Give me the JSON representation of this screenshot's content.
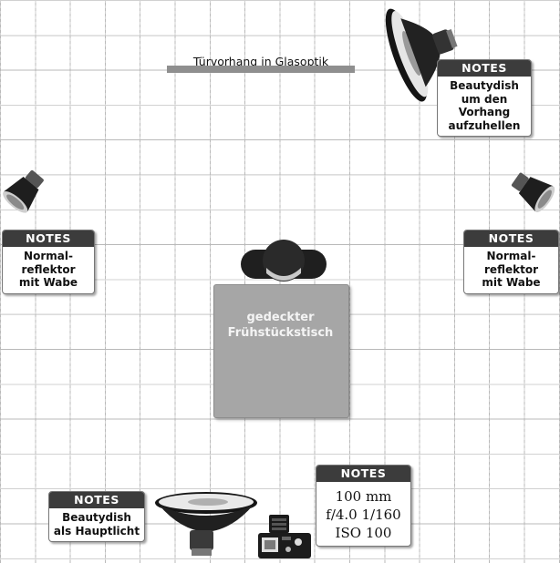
{
  "curtain": {
    "label": "Türvorhang in Glasoptik"
  },
  "table": {
    "label": "gedeckter\nFrühstückstisch"
  },
  "notes": [
    {
      "header": "NOTES",
      "text": "Beautydish\num den Vorhang\naufzuhellen"
    },
    {
      "header": "NOTES",
      "text": "Normal-\nreflektor\nmit Wabe"
    },
    {
      "header": "NOTES",
      "text": "Normal-\nreflektor\nmit Wabe"
    },
    {
      "header": "NOTES",
      "text": "100 mm\nf/4.0  1/160\nISO 100"
    },
    {
      "header": "NOTES",
      "text": "Beautydish\nals Hauptlicht"
    }
  ],
  "icons": {
    "top_beautydish": "beauty-dish-icon",
    "left_reflector": "honeycomb-reflector-icon",
    "right_reflector": "honeycomb-reflector-icon",
    "bottom_beautydish": "beauty-dish-icon",
    "camera": "camera-icon",
    "person": "person-topview-icon"
  }
}
